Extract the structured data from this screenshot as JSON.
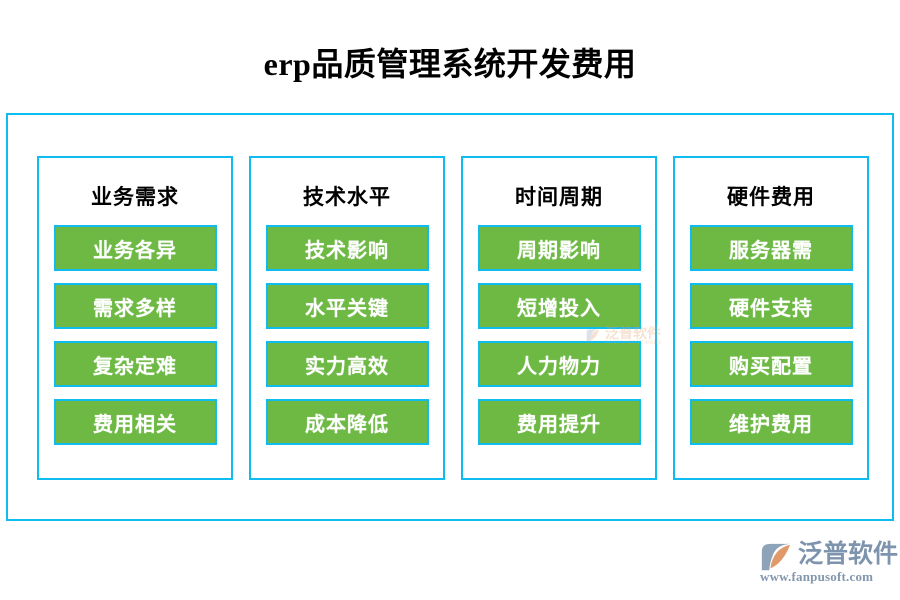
{
  "page": {
    "title": "erp品质管理系统开发费用",
    "background_color": "#ffffff"
  },
  "theme": {
    "border_color": "#0fbcf0",
    "item_fill_color": "#6db944",
    "item_text_color": "#ffffff",
    "header_text_color": "#000000",
    "logo_color": "#7e93ad",
    "logo_accent_color": "#e09a6a"
  },
  "diagram": {
    "type": "grouped-category-boxes",
    "columns": [
      {
        "header": "业务需求",
        "items": [
          "业务各异",
          "需求多样",
          "复杂定难",
          "费用相关"
        ]
      },
      {
        "header": "技术水平",
        "items": [
          "技术影响",
          "水平关键",
          "实力高效",
          "成本降低"
        ]
      },
      {
        "header": "时间周期",
        "items": [
          "周期影响",
          "短增投入",
          "人力物力",
          "费用提升"
        ]
      },
      {
        "header": "硬件费用",
        "items": [
          "服务器需",
          "硬件支持",
          "购买配置",
          "维护费用"
        ]
      }
    ]
  },
  "watermark": {
    "name_cn": "泛普软件",
    "name_en": "FANPU SOFTWARE"
  },
  "logo": {
    "name_cn": "泛普软件",
    "url": "www.fanpusoft.com"
  }
}
